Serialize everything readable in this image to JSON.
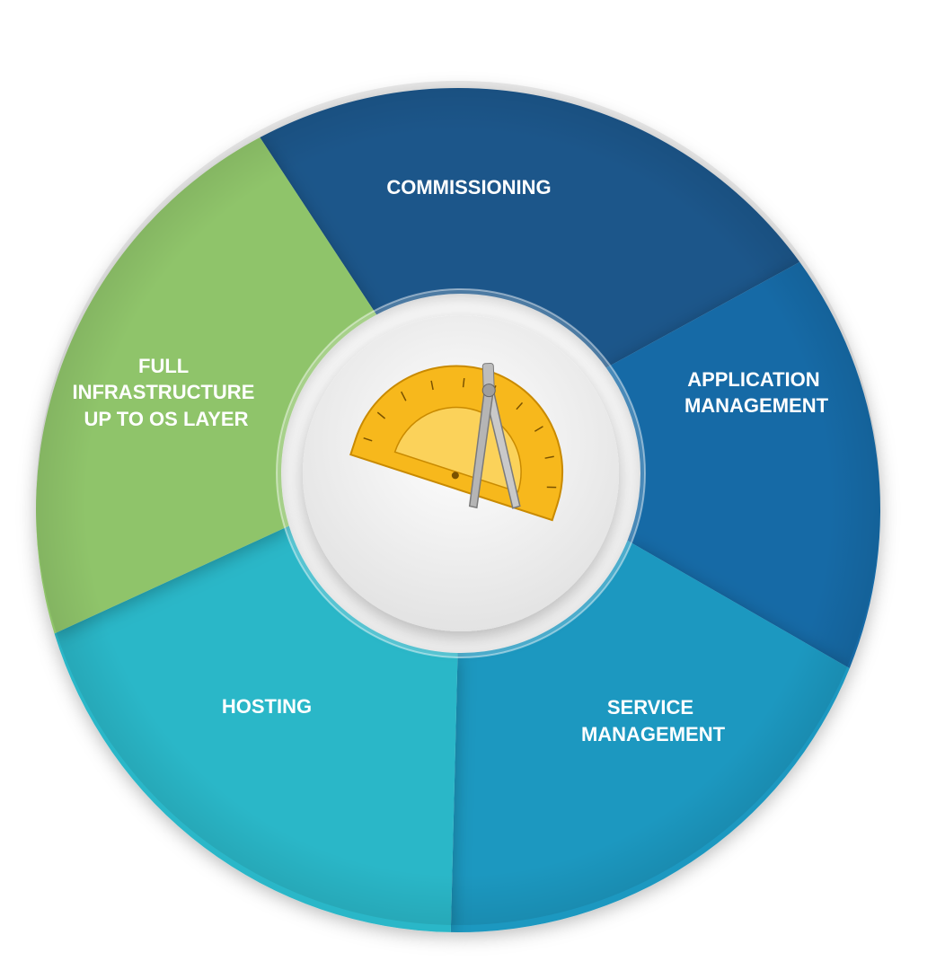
{
  "colors": {
    "background": "#ffffff",
    "commissioning": "#1b578a",
    "application_management": "#156aa6",
    "service_management": "#1a98c0",
    "hosting": "#2ab7c8",
    "full_infrastructure": "#8fc46a",
    "center_disc": "#f4f4f4",
    "label_text": "#ffffff",
    "protractor": "#f7b81c"
  },
  "segments": [
    {
      "key": "commissioning",
      "lines": [
        "COMMISSIONING"
      ],
      "color_key": "commissioning"
    },
    {
      "key": "application_management",
      "lines": [
        "APPLICATION",
        "MANAGEMENT"
      ],
      "color_key": "application_management"
    },
    {
      "key": "service_management",
      "lines": [
        "SERVICE",
        "MANAGEMENT"
      ],
      "color_key": "service_management"
    },
    {
      "key": "hosting",
      "lines": [
        "HOSTING"
      ],
      "color_key": "hosting"
    },
    {
      "key": "full_infrastructure",
      "lines": [
        "FULL",
        "INFRASTRUCTURE",
        "UP TO OS LAYER"
      ],
      "color_key": "full_infrastructure"
    }
  ],
  "center_icon": "protractor-compass-icon"
}
